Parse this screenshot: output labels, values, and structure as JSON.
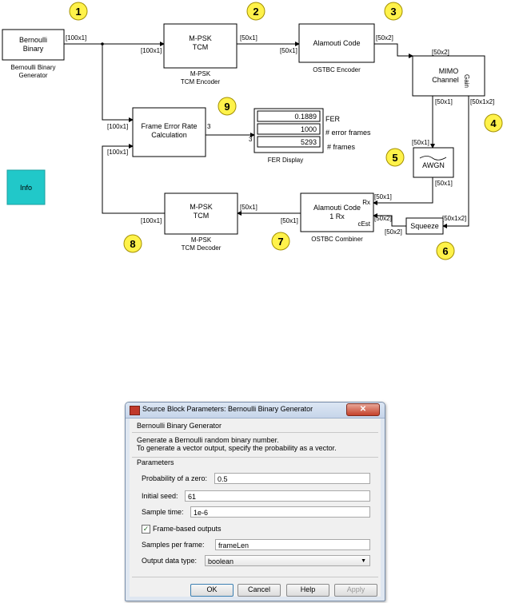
{
  "diagram": {
    "blocks": {
      "bernoulli": {
        "lines": [
          "Bernoulli",
          "Binary"
        ],
        "caption": [
          "Bernoulli Binary",
          "Generator"
        ]
      },
      "mpsk_enc": {
        "lines": [
          "M-PSK",
          "TCM"
        ],
        "caption": [
          "M-PSK",
          "TCM Encoder"
        ]
      },
      "alamouti_code": {
        "lines": [
          "Alamouti Code"
        ],
        "caption": [
          "OSTBC Encoder"
        ]
      },
      "mimo": {
        "lines": [
          "MIMO",
          "Channel"
        ],
        "port_gain": "Gain"
      },
      "fer_calc": {
        "lines": [
          "Frame Error Rate",
          "Calculation"
        ],
        "port_out": "3"
      },
      "fer_display": {
        "values": [
          "0.1889",
          "1000",
          "5293"
        ],
        "labels": [
          "FER",
          "# error frames",
          "# frames"
        ],
        "port_in": "3",
        "caption": "FER Display"
      },
      "awgn": {
        "lines": [
          "AWGN"
        ]
      },
      "mpsk_dec": {
        "lines": [
          "M-PSK",
          "TCM"
        ],
        "caption": [
          "M-PSK",
          "TCM Decoder"
        ]
      },
      "alamouti_comb": {
        "lines": [
          "Alamouti Code",
          "1 Rx"
        ],
        "port_rx": "Rx",
        "port_cest": "cEst",
        "caption": "OSTBC Combiner"
      },
      "squeeze": {
        "lines": [
          "Squeeze"
        ]
      },
      "info": {
        "lines": [
          "Info"
        ]
      }
    },
    "signals": {
      "bern_out": "[100x1]",
      "enc_in": "[100x1]",
      "enc_out": "[50x1]",
      "ala_in": "[50x1]",
      "ala_out": "[50x2]",
      "mimo_in": "[50x2]",
      "mimo_out": "[50x1]",
      "mimo_gain": "[50x1x2]",
      "awgn_in": "[50x1]",
      "awgn_out": "[50x1]",
      "comb_rx": "[50x1]",
      "comb_cest": "[50x2]",
      "sq_in": "[50x1x2]",
      "sq_out": "[50x2]",
      "comb_out": "[50x1]",
      "dec_in": "[50x1]",
      "dec_out": "[100x1]",
      "fer_in1": "[100x1]",
      "fer_in2": "[100x1]"
    },
    "markers": [
      "1",
      "2",
      "3",
      "4",
      "5",
      "6",
      "7",
      "8",
      "9"
    ],
    "colors": {
      "marker_fill": "#fff24a",
      "marker_stroke": "#a39000",
      "info_fill": "#21c8c9"
    }
  },
  "dialog": {
    "title": "Source Block Parameters: Bernoulli Binary Generator",
    "close_icon": "close-icon",
    "block_name": "Bernoulli Binary Generator",
    "description": [
      "Generate a Bernoulli random binary number.",
      "To generate a vector output, specify the probability as a vector."
    ],
    "parameters_label": "Parameters",
    "fields": {
      "prob_label": "Probability of a zero:",
      "prob_value": "0.5",
      "seed_label": "Initial seed:",
      "seed_value": "61",
      "sample_label": "Sample time:",
      "sample_value": "1e-6",
      "frame_label": "Frame-based outputs",
      "frame_checked": true,
      "spf_label": "Samples per frame:",
      "spf_value": "frameLen",
      "dtype_label": "Output data type:",
      "dtype_value": "boolean"
    },
    "buttons": {
      "ok": "OK",
      "cancel": "Cancel",
      "help": "Help",
      "apply": "Apply"
    }
  }
}
